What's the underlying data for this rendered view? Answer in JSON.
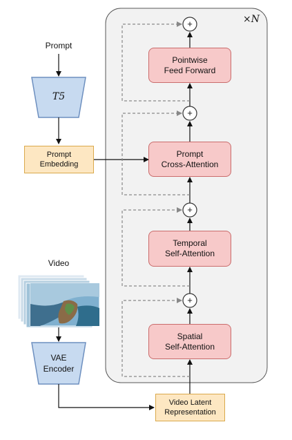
{
  "inputs": {
    "prompt_label": "Prompt",
    "video_label": "Video",
    "t5_label": "T5",
    "vae_label_1": "VAE",
    "vae_label_2": "Encoder"
  },
  "embeddings": {
    "prompt_embedding_1": "Prompt",
    "prompt_embedding_2": "Embedding",
    "video_latent_1": "Video Latent",
    "video_latent_2": "Representation"
  },
  "transformer": {
    "repeat_label": "×N",
    "blocks": {
      "feed_forward_1": "Pointwise",
      "feed_forward_2": "Feed Forward",
      "cross_attention_1": "Prompt",
      "cross_attention_2": "Cross-Attention",
      "temporal_1": "Temporal",
      "temporal_2": "Self-Attention",
      "spatial_1": "Spatial",
      "spatial_2": "Self-Attention"
    },
    "add_symbol": "+"
  },
  "colors": {
    "block_fill": "#f7c9c9",
    "block_border": "#c96b6b",
    "embedding_fill": "#fde7c2",
    "encoder_fill": "#c7daf0",
    "encoder_border": "#6d8fbf",
    "container_fill": "#f2f2f2"
  }
}
